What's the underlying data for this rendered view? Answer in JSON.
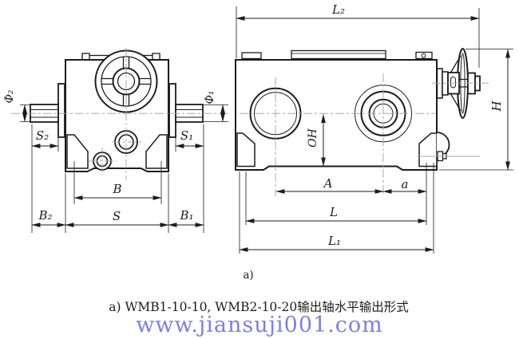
{
  "drawing": {
    "line_color": "#1c1c1c",
    "centerline_color": "#a8a8a8",
    "views": {
      "front": {
        "dims": {
          "phi2": "Φ₂",
          "s2": "S₂",
          "s1": "S₁",
          "phi1": "Φ₁",
          "b": "B",
          "s": "S",
          "b2": "B₂",
          "b1": "B₁"
        }
      },
      "side": {
        "dims": {
          "l2": "L₂",
          "h": "H",
          "oh": "OH",
          "A": "A",
          "a": "a",
          "l": "L",
          "l1": "L₁"
        }
      }
    },
    "sub_label": "a)",
    "caption": "a) WMB1-10-10, WMB2-10-20输出轴水平输出形式",
    "watermark": {
      "text": "www.jiansuji001.com",
      "color": "#7c80e4"
    }
  }
}
